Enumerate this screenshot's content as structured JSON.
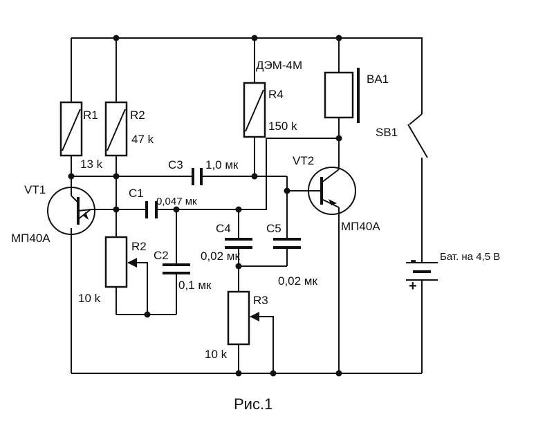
{
  "labels": {
    "R1": "R1",
    "R1_val": "13 k",
    "R2": "R2",
    "R2_val": "47 k",
    "R2b": "R2",
    "R2b_val": "10 k",
    "R3": "R3",
    "R3_val": "10 k",
    "R4": "R4",
    "R4_val": "150 k",
    "C1": "C1",
    "C1_val": "0,047 мк",
    "C2": "C2",
    "C2_val": "0,1 мк",
    "C3": "C3",
    "C3_val": "1,0 мк",
    "C4": "C4",
    "C4_val": "0,02 мк",
    "C5": "C5",
    "C5_val": "0,02 мк",
    "VT1": "VT1",
    "VT1_type": "МП40А",
    "VT2": "VT2",
    "VT2_type": "МП40А",
    "BA1": "BA1",
    "BA1_type": "ДЭМ-4М",
    "SB1": "SB1",
    "battery": "Бат. на 4,5 В",
    "minus": "-",
    "plus": "+"
  },
  "caption": "Рис.1"
}
